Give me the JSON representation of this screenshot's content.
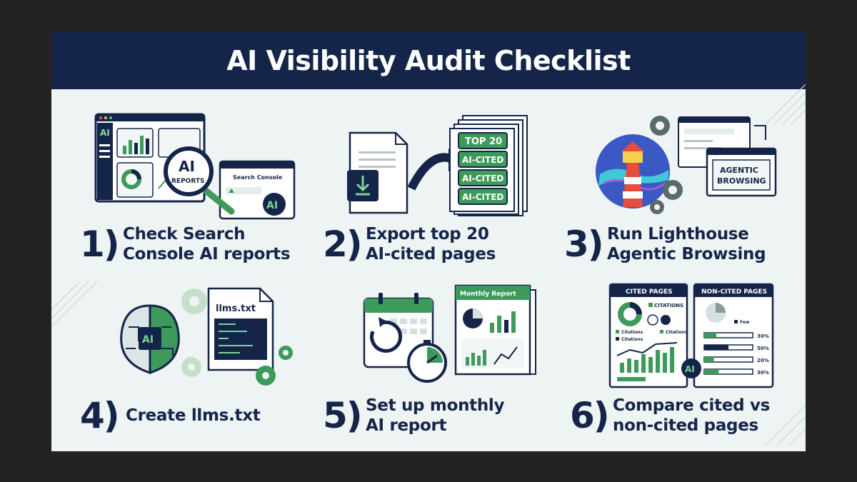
{
  "title": "AI Visibility Audit Checklist",
  "steps": [
    {
      "number": "1)",
      "line1": "Check Search",
      "line2": "Console AI reports"
    },
    {
      "number": "2)",
      "line1": "Export top 20",
      "line2": "AI-cited pages"
    },
    {
      "number": "3)",
      "line1": "Run Lighthouse",
      "line2": "Agentic Browsing"
    },
    {
      "number": "4)",
      "line1": "Create llms.txt",
      "line2": ""
    },
    {
      "number": "5)",
      "line1": "Set up monthly",
      "line2": "AI report"
    },
    {
      "number": "6)",
      "line1": "Compare cited vs",
      "line2": "non-cited pages"
    }
  ],
  "illustrations": {
    "step1": {
      "sidebar_label": "AI",
      "lens_text_1": "AI",
      "lens_text_2": "REPORTS",
      "panel_title": "Search Console",
      "chip": "AI"
    },
    "step2": {
      "badges": [
        "TOP 20",
        "AI-CITED",
        "AI-CITED",
        "AI-CITED"
      ]
    },
    "step3": {
      "window_label_1": "AGENTIC",
      "window_label_2": "BROWSING"
    },
    "step4": {
      "chip": "AI",
      "file_name": "llms.txt"
    },
    "step5": {
      "report_title": "Monthly Report"
    },
    "step6": {
      "cited_header": "CITED PAGES",
      "noncited_header": "NON-CITED PAGES",
      "citations_label": "CITATIONS",
      "citations_small": "Citations",
      "few_label": "Few",
      "chip": "AI",
      "percentages": [
        "30%",
        "50%",
        "20%",
        "30%"
      ],
      "bar_fills": [
        0.25,
        0.5,
        0.2,
        0.3
      ]
    }
  },
  "colors": {
    "navy": "#15254a",
    "green": "#3d9a5a",
    "light_green": "#b8dcc0",
    "background": "#eef3f3"
  }
}
